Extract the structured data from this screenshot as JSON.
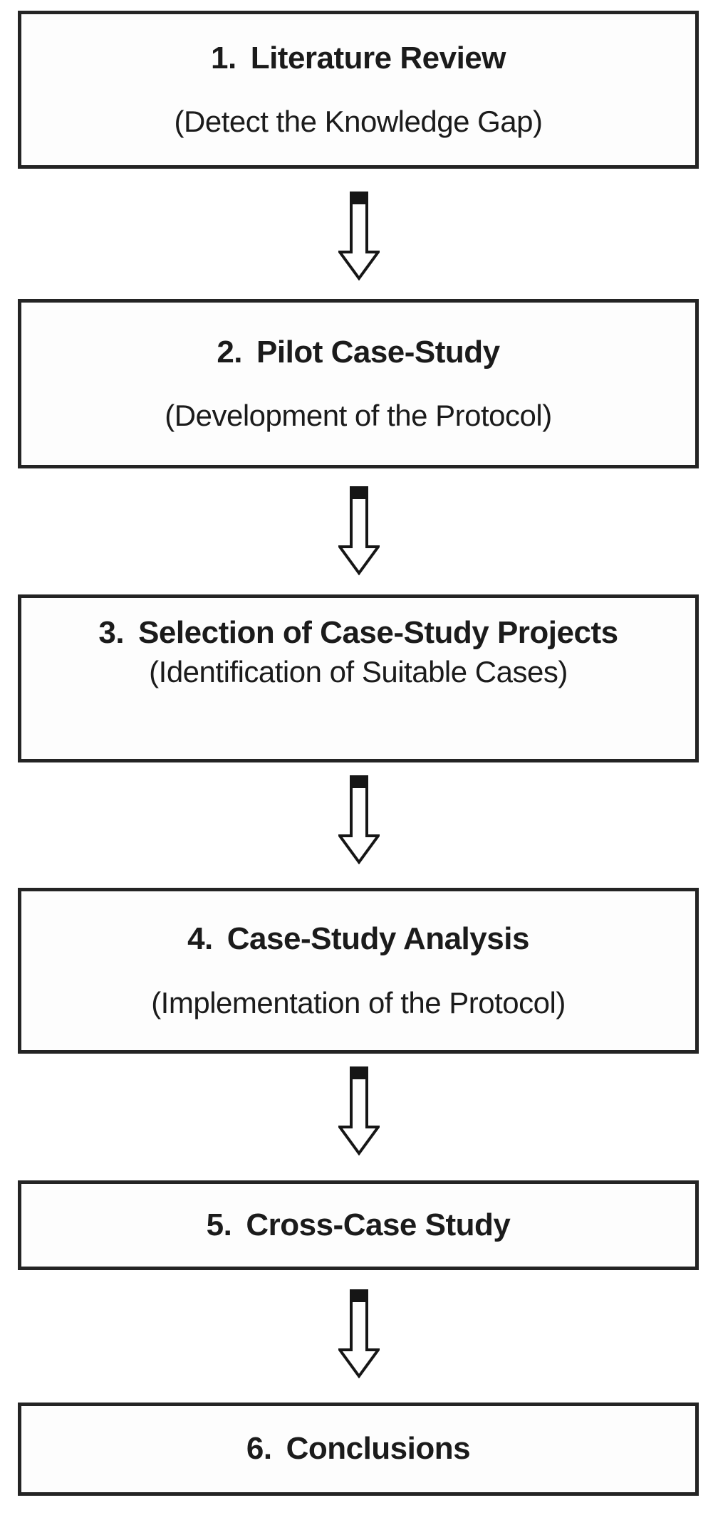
{
  "flowchart": {
    "description": "Six-step vertical research methodology flowchart connected by hollow down arrows",
    "colors": {
      "border": "#242424",
      "text": "#1b1b1b",
      "box_background": "#fdfdfd",
      "page_background": "#ffffff"
    },
    "connector_icon": "down-block-arrow",
    "steps": [
      {
        "number": "1.",
        "title": "Literature Review",
        "subtitle": "(Detect the Knowledge Gap)"
      },
      {
        "number": "2.",
        "title": "Pilot Case-Study",
        "subtitle": "(Development of the Protocol)"
      },
      {
        "number": "3.",
        "title": "Selection of Case-Study Projects",
        "subtitle": "(Identification of Suitable Cases)"
      },
      {
        "number": "4.",
        "title": "Case-Study Analysis",
        "subtitle": "(Implementation of the Protocol)"
      },
      {
        "number": "5.",
        "title": "Cross-Case Study",
        "subtitle": ""
      },
      {
        "number": "6.",
        "title": "Conclusions",
        "subtitle": ""
      }
    ]
  }
}
